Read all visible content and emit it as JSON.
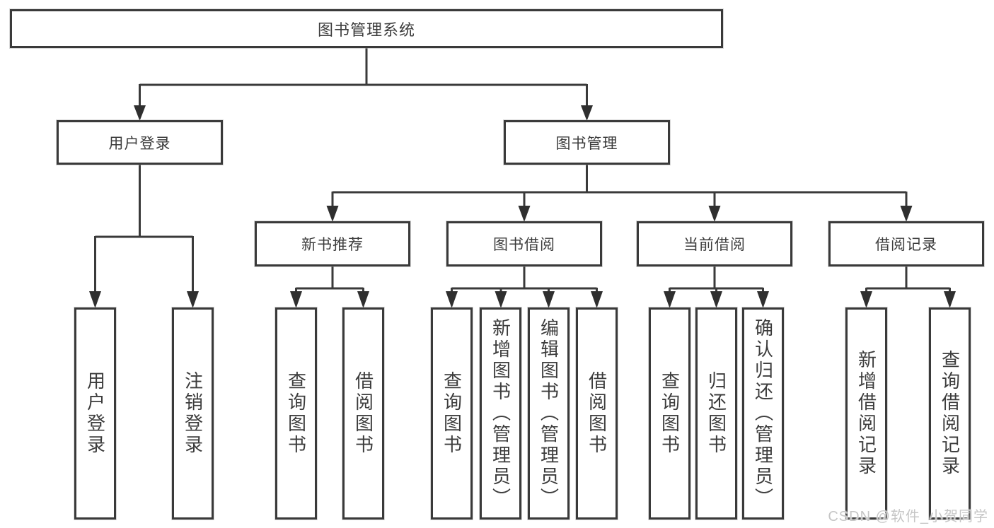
{
  "diagram": {
    "root": {
      "label": "图书管理系统"
    },
    "branches": [
      {
        "label": "用户登录",
        "children": [
          {
            "label": "用户登录"
          },
          {
            "label": "注销登录"
          }
        ]
      },
      {
        "label": "图书管理",
        "children": [
          {
            "label": "新书推荐",
            "children": [
              {
                "label": "查询图书"
              },
              {
                "label": "借阅图书"
              }
            ]
          },
          {
            "label": "图书借阅",
            "children": [
              {
                "label": "查询图书"
              },
              {
                "label": "新增图书（管理员）"
              },
              {
                "label": "编辑图书（管理员）"
              },
              {
                "label": "借阅图书"
              }
            ]
          },
          {
            "label": "当前借阅",
            "children": [
              {
                "label": "查询图书"
              },
              {
                "label": "归还图书"
              },
              {
                "label": "确认归还（管理员）"
              }
            ]
          },
          {
            "label": "借阅记录",
            "children": [
              {
                "label": "新增借阅记录"
              },
              {
                "label": "查询借阅记录"
              }
            ]
          }
        ]
      }
    ],
    "watermark": "CSDN @软件_小贺同学",
    "colors": {
      "line": "#3a3a3a",
      "arrow": "#2f2f2f",
      "border": "#3a3a3a",
      "text": "#3c3c3c",
      "watermark": "#c6c6c6",
      "background": "#ffffff"
    }
  }
}
